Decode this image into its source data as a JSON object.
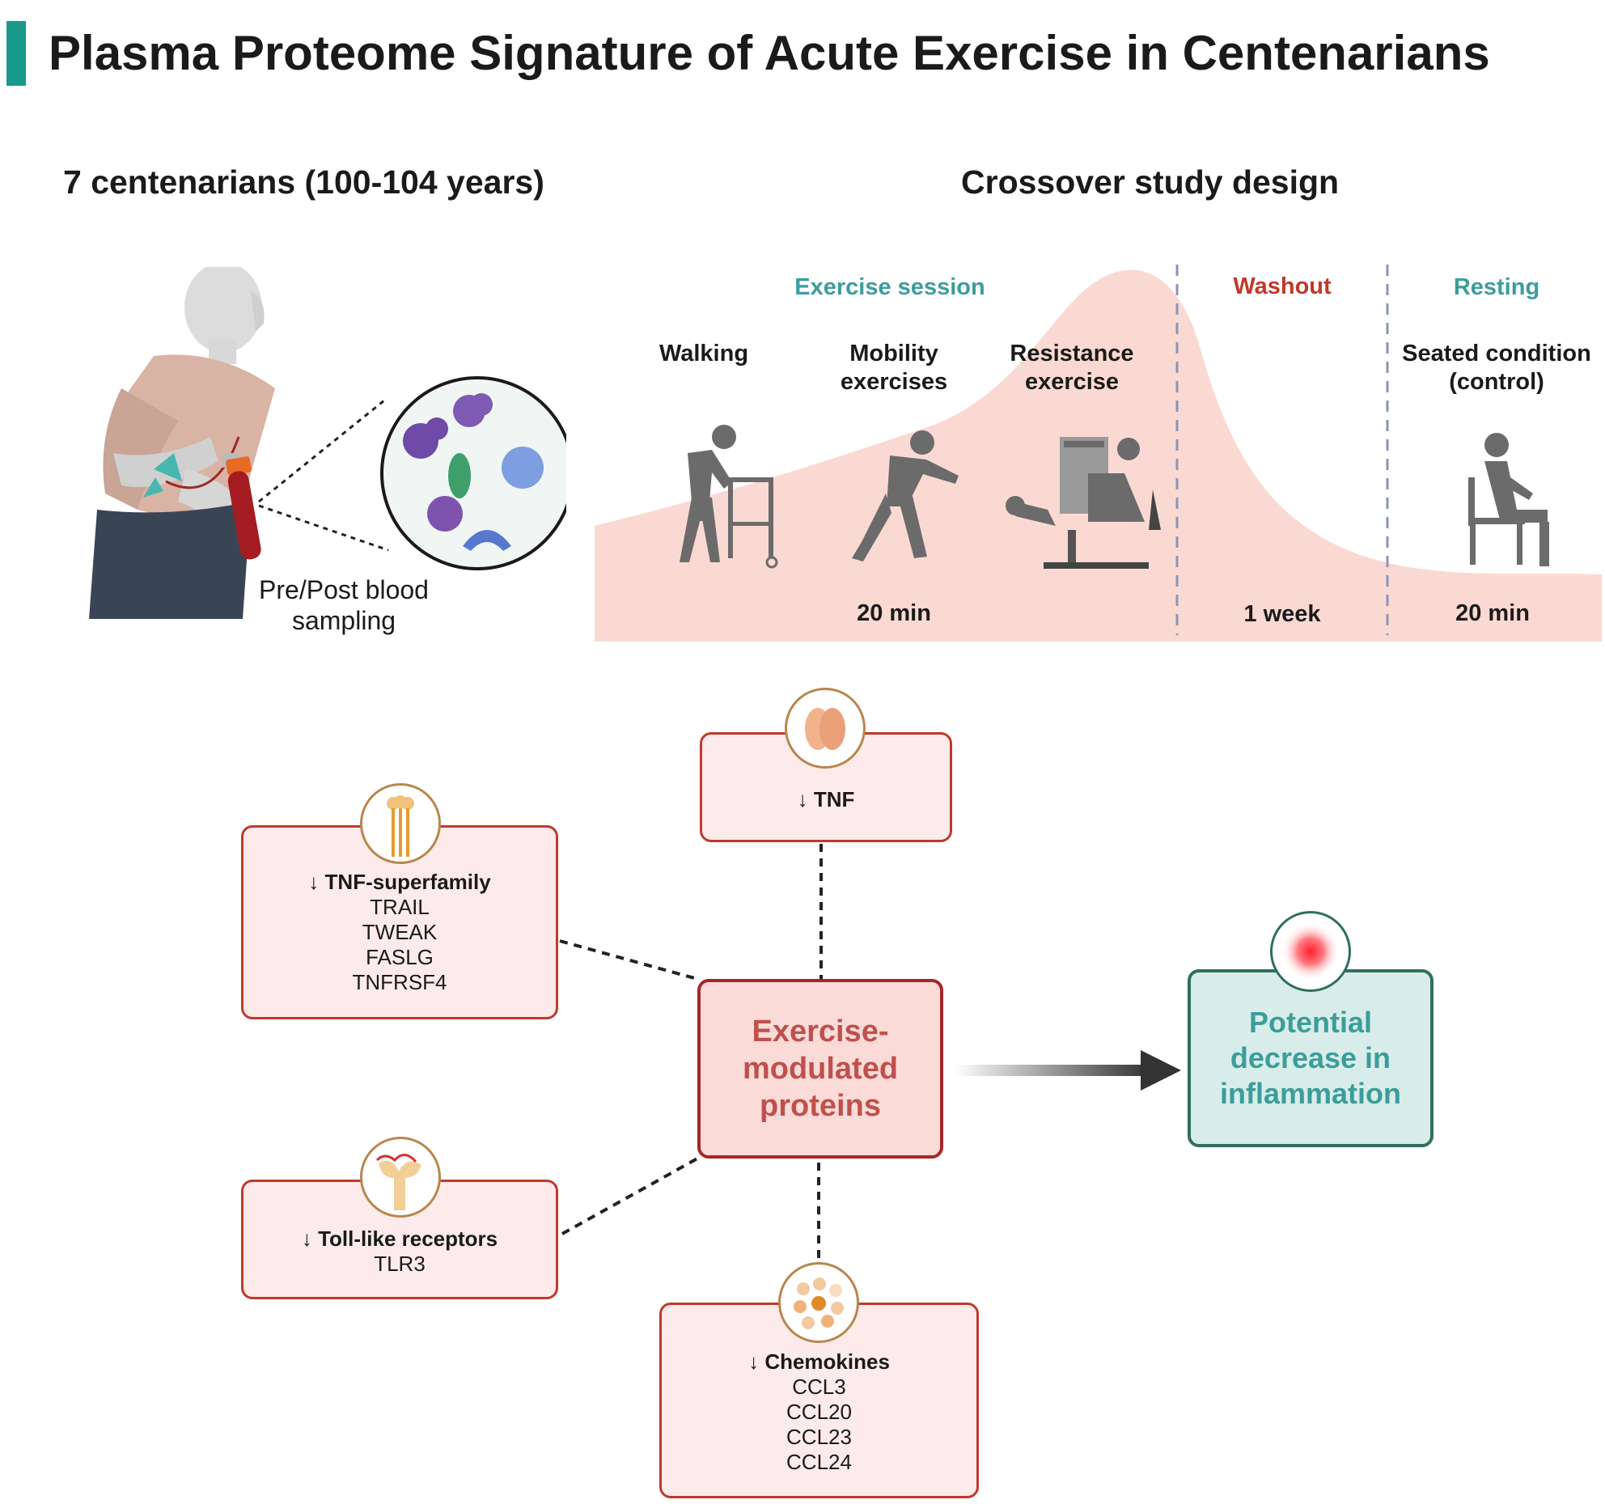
{
  "title": "Plasma Proteome Signature of Acute Exercise in Centenarians",
  "participants": {
    "heading": "7 centenarians (100-104 years)",
    "sampling_label": "Pre/Post blood sampling"
  },
  "design": {
    "heading": "Crossover study design",
    "phases": {
      "exercise": {
        "label": "Exercise session",
        "duration": "20 min"
      },
      "washout": {
        "label": "Washout",
        "duration": "1 week"
      },
      "resting": {
        "label": "Resting",
        "duration": "20 min"
      }
    },
    "activities": {
      "walking": "Walking",
      "mobility_line1": "Mobility",
      "mobility_line2": "exercises",
      "resistance_line1": "Resistance",
      "resistance_line2": "exercise",
      "seated_line1": "Seated condition",
      "seated_line2": "(control)"
    }
  },
  "results": {
    "center_line1": "Exercise-",
    "center_line2": "modulated",
    "center_line3": "proteins",
    "tnf": {
      "head": "TNF"
    },
    "tnf_superfamily": {
      "head": "TNF-superfamily",
      "items": [
        "TRAIL",
        "TWEAK",
        "FASLG",
        "TNFRSF4"
      ]
    },
    "tlr": {
      "head": "Toll-like receptors",
      "items": [
        "TLR3"
      ]
    },
    "chemokines": {
      "head": "Chemokines",
      "items": [
        "CCL3",
        "CCL20",
        "CCL23",
        "CCL24"
      ]
    },
    "outcome_line1": "Potential",
    "outcome_line2": "decrease in",
    "outcome_line3": "inflammation"
  },
  "colors": {
    "accent_teal": "#1a9a8c",
    "text_teal": "#3c9d9b",
    "washout_red": "#c0392b",
    "curve_fill": "#fbd9d3",
    "box_fill": "#fcebea",
    "box_border": "#c0392b"
  }
}
